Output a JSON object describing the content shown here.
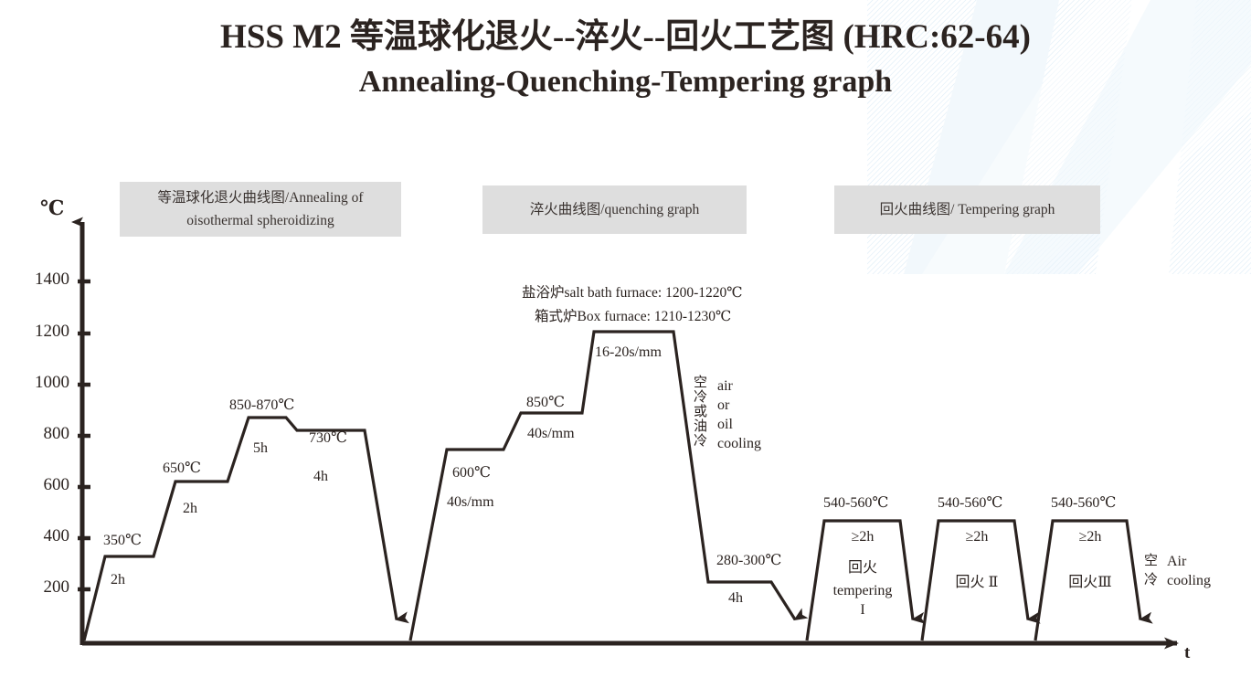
{
  "title": {
    "line1": "HSS M2 等温球化退火--淬火--回火工艺图 (HRC:62-64)",
    "line2": "Annealing-Quenching-Tempering graph"
  },
  "sections": {
    "annealing": "等温球化退火曲线图/Annealing of oisothermal spheroidizing",
    "quenching": "淬火曲线图/quenching graph",
    "tempering": "回火曲线图/ Tempering graph"
  },
  "axes": {
    "y_unit": "℃",
    "x_label": "t",
    "y_ticks": [
      "1400",
      "1200",
      "1000",
      "800",
      "600",
      "400",
      "200"
    ]
  },
  "annealing_labels": {
    "t1_temp": "350℃",
    "t1_time": "2h",
    "t2_temp": "650℃",
    "t2_time": "2h",
    "t3_temp": "850-870℃",
    "t3_time": "5h",
    "t4_temp": "730℃",
    "t4_time": "4h"
  },
  "quenching_labels": {
    "furnace_salt": "盐浴炉salt bath furnace: 1200-1220℃",
    "furnace_box": "箱式炉Box furnace: 1210-1230℃",
    "p1_temp": "600℃",
    "p1_time": "40s/mm",
    "p2_temp": "850℃",
    "p2_time": "40s/mm",
    "p3_time": "16-20s/mm",
    "cool_cn": "空冷或油冷",
    "cool_en": "air\nor\noil\ncooling",
    "p4_temp": "280-300℃",
    "p4_time": "4h"
  },
  "tempering_labels": {
    "t1_temp": "540-560℃",
    "t1_time": "≥2h",
    "t1_name_cn": "回火",
    "t1_name_en": "tempering\nI",
    "t2_temp": "540-560℃",
    "t2_time": "≥2h",
    "t2_name": "回火 Ⅱ",
    "t3_temp": "540-560℃",
    "t3_time": "≥2h",
    "t3_name": "回火Ⅲ",
    "cool_cn": "空\n冷",
    "cool_en": "Air\ncooling"
  },
  "chart_data": {
    "type": "line",
    "title": "HSS M2 等温球化退火--淬火--回火工艺图 (HRC:62-64)",
    "xlabel": "t",
    "ylabel": "℃",
    "ylim": [
      0,
      1500
    ],
    "yticks": [
      200,
      400,
      600,
      800,
      1000,
      1200,
      1400
    ],
    "grid": false,
    "legend": "none",
    "series": [
      {
        "name": "Annealing of isothermal spheroidizing",
        "points": [
          {
            "stage": "start",
            "temp": 0
          },
          {
            "stage": "hold",
            "temp": 350,
            "duration": "2h"
          },
          {
            "stage": "hold",
            "temp": 650,
            "duration": "2h"
          },
          {
            "stage": "hold",
            "temp": 860,
            "duration": "5h",
            "range": "850-870℃"
          },
          {
            "stage": "hold",
            "temp": 730,
            "duration": "4h"
          },
          {
            "stage": "cool",
            "temp": 0
          }
        ]
      },
      {
        "name": "Quenching graph",
        "points": [
          {
            "stage": "start",
            "temp": 0
          },
          {
            "stage": "hold",
            "temp": 600,
            "duration": "40s/mm"
          },
          {
            "stage": "hold",
            "temp": 850,
            "duration": "40s/mm"
          },
          {
            "stage": "hold",
            "temp": 1210,
            "duration": "16-20s/mm",
            "range": "salt bath 1200-1220℃ / box 1210-1230℃"
          },
          {
            "stage": "cool",
            "temp": 290,
            "duration": "4h",
            "range": "280-300℃",
            "method": "air or oil cooling"
          },
          {
            "stage": "cool",
            "temp": 0
          }
        ]
      },
      {
        "name": "Tempering I",
        "points": [
          {
            "stage": "start",
            "temp": 0
          },
          {
            "stage": "hold",
            "temp": 550,
            "duration": "≥2h",
            "range": "540-560℃"
          },
          {
            "stage": "cool",
            "temp": 0
          }
        ]
      },
      {
        "name": "Tempering II",
        "points": [
          {
            "stage": "start",
            "temp": 0
          },
          {
            "stage": "hold",
            "temp": 550,
            "duration": "≥2h",
            "range": "540-560℃"
          },
          {
            "stage": "cool",
            "temp": 0
          }
        ]
      },
      {
        "name": "Tempering III",
        "points": [
          {
            "stage": "start",
            "temp": 0
          },
          {
            "stage": "hold",
            "temp": 550,
            "duration": "≥2h",
            "range": "540-560℃"
          },
          {
            "stage": "cool",
            "temp": 0,
            "method": "Air cooling"
          }
        ]
      }
    ]
  },
  "colors": {
    "ink": "#2b2320",
    "section_box": "#dedede",
    "decor_blue": "#cfe4f2"
  }
}
